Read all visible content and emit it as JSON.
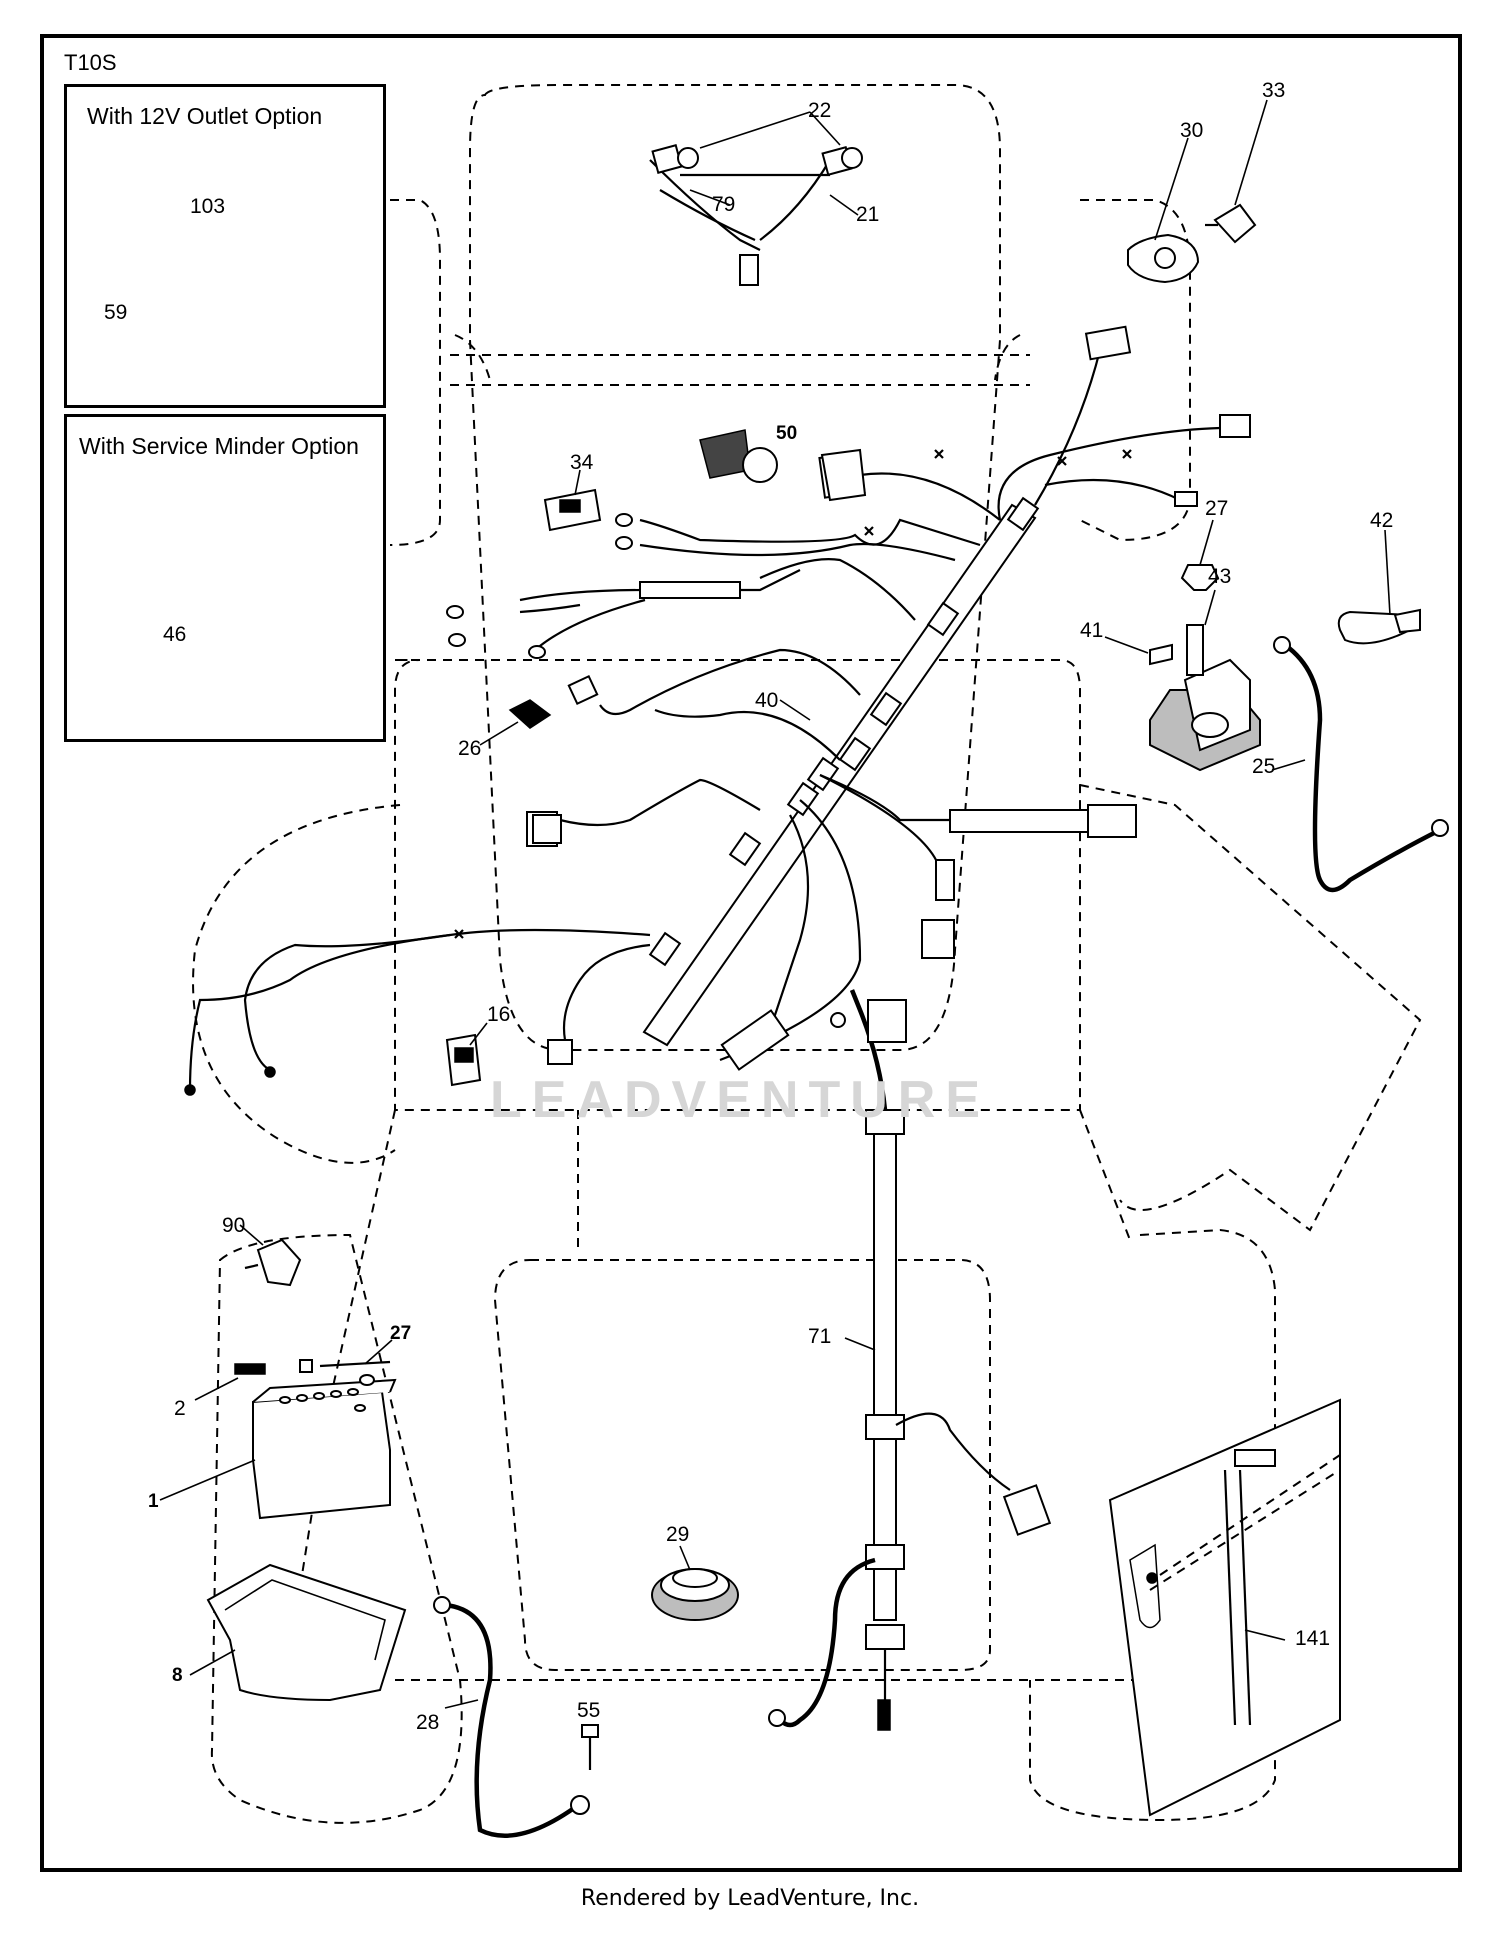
{
  "model": "T10S",
  "insets": {
    "outlet_option": "With 12V Outlet Option",
    "service_minder_option": "With Service Minder Option"
  },
  "callouts": {
    "c103": "103",
    "c59": "59",
    "c46": "46",
    "c22": "22",
    "c79": "79",
    "c21": "21",
    "c30": "30",
    "c33": "33",
    "c34": "34",
    "c50": "50",
    "c27a": "27",
    "c42": "42",
    "c43": "43",
    "c41": "41",
    "c25": "25",
    "c40": "40",
    "c26": "26",
    "c16": "16",
    "c90": "90",
    "c27b": "27",
    "c2": "2",
    "c1": "1",
    "c71": "71",
    "c29": "29",
    "c8": "8",
    "c28": "28",
    "c55": "55",
    "c141": "141"
  },
  "watermark": "LEADVENTURE",
  "footer": "Rendered by LeadVenture, Inc."
}
